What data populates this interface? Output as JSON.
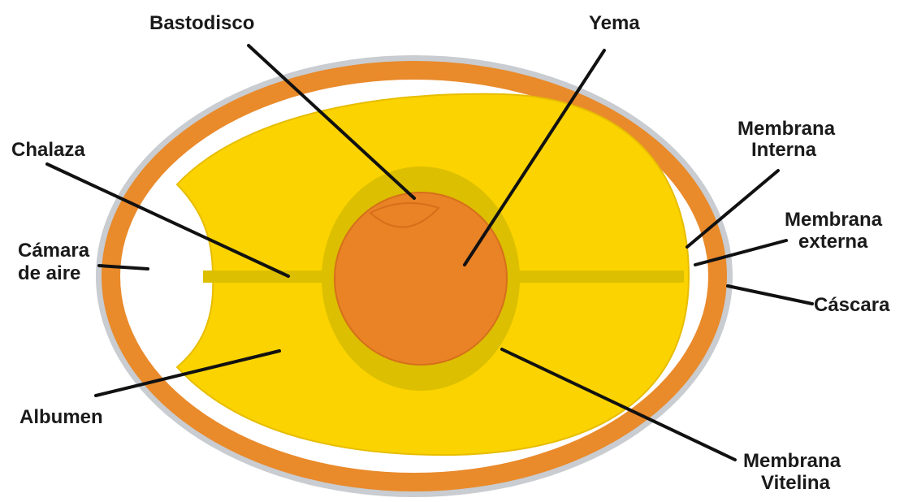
{
  "diagram": {
    "colors": {
      "shell_outline": "#c9ccd0",
      "shell": "#e98a2b",
      "membrane": "#ffffff",
      "albumen": "#fbd300",
      "albumen_edge": "#e7bd00",
      "vitelline_ring": "#dcbf00",
      "yolk": "#ea8226",
      "yolk_edge": "#d66f1a",
      "air_cell": "#ffffff",
      "leader_line": "#111111",
      "label_text": "#1a1a1a"
    },
    "labels": {
      "bastodisco": "Bastodisco",
      "yema": "Yema",
      "chalaza": "Chalaza",
      "membrana_interna_1": "Membrana",
      "membrana_interna_2": "Interna",
      "camara_1": "Cámara",
      "camara_2": "de aire",
      "membrana_externa_1": "Membrana",
      "membrana_externa_2": "externa",
      "cascara": "Cáscara",
      "albumen": "Albumen",
      "membrana_vitelina_1": "Membrana",
      "membrana_vitelina_2": "Vitelina"
    }
  }
}
